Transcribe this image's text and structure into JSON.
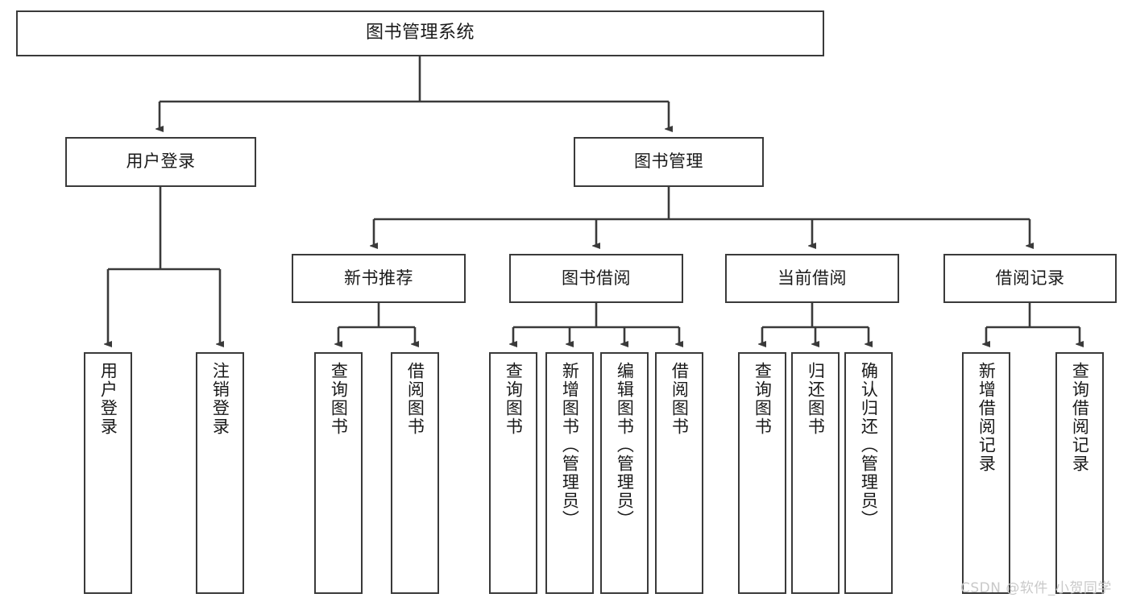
{
  "diagram": {
    "title": "图书管理系统",
    "type": "tree-hierarchy-chart",
    "line_color": "#3a3a3a",
    "text_color": "#1a1a1a",
    "background": "#ffffff"
  },
  "nodes": {
    "root": {
      "label": "图书管理系统"
    },
    "level2": [
      {
        "label": "用户登录"
      },
      {
        "label": "图书管理"
      }
    ],
    "level3": [
      {
        "label": "新书推荐"
      },
      {
        "label": "图书借阅"
      },
      {
        "label": "当前借阅"
      },
      {
        "label": "借阅记录"
      }
    ],
    "leaves_user_login": [
      {
        "label": "用户登录"
      },
      {
        "label": "注销登录"
      }
    ],
    "leaves_new_book": [
      {
        "label": "查询图书"
      },
      {
        "label": "借阅图书"
      }
    ],
    "leaves_borrow": [
      {
        "label": "查询图书"
      },
      {
        "label": "新增图书（管理员）"
      },
      {
        "label": "编辑图书（管理员）"
      },
      {
        "label": "借阅图书"
      }
    ],
    "leaves_current": [
      {
        "label": "查询图书"
      },
      {
        "label": "归还图书"
      },
      {
        "label": "确认归还（管理员）"
      }
    ],
    "leaves_records": [
      {
        "label": "新增借阅记录"
      },
      {
        "label": "查询借阅记录"
      }
    ]
  },
  "watermark": {
    "text": "CSDN @软件_小贺同学"
  }
}
